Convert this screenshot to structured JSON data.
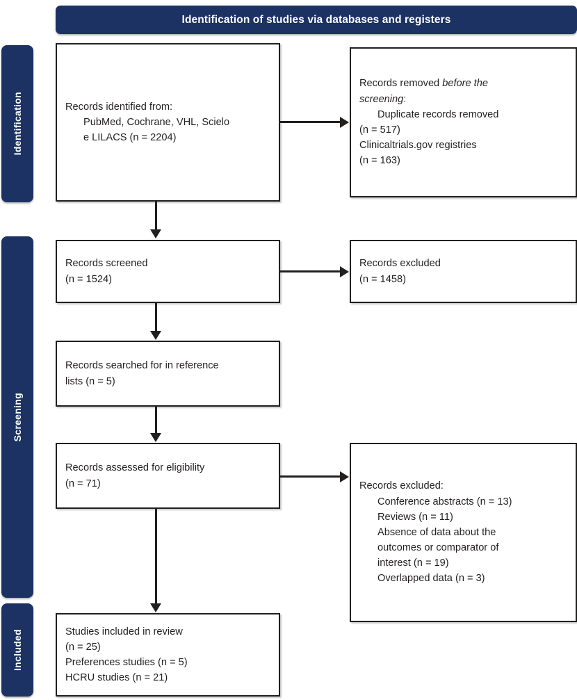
{
  "header": {
    "title": "Identification of studies via databases and registers"
  },
  "stages": [
    {
      "name": "identification",
      "label": "Identification"
    },
    {
      "name": "screening",
      "label": "Screening"
    },
    {
      "name": "included",
      "label": "Included"
    }
  ],
  "colors": {
    "navy": "#1b3263",
    "box_border": "#221f1f",
    "text": "#231f20",
    "background": "#ffffff"
  },
  "boxes": {
    "identified": {
      "line1": "Records identified from:",
      "line2": "PubMed, Cochrane, VHL, Scielo",
      "line3": "e LILACS (n = 2204)"
    },
    "removed": {
      "line1_a": "Records removed ",
      "line1_b": "before the",
      "line2_a": "screening",
      "line2_b": ":",
      "line3": "Duplicate records removed",
      "line4": "(n = 517)",
      "line5": "Clinicaltrials.gov registries",
      "line6": "(n = 163)"
    },
    "screened": {
      "line1": "Records screened",
      "line2": "(n = 1524)"
    },
    "excluded_1": {
      "line1": "Records excluded",
      "line2": "(n = 1458)"
    },
    "reference": {
      "line1": "Records searched for in reference",
      "line2": "lists (n = 5)"
    },
    "eligibility": {
      "line1": "Records assessed for eligibility",
      "line2": "(n = 71)"
    },
    "excluded_2": {
      "line1": "Records excluded:",
      "line2": "Conference abstracts (n = 13)",
      "line3": "Reviews (n = 11)",
      "line4": "Absence of data about the",
      "line5": "outcomes or comparator of",
      "line6": "interest (n = 19)",
      "line7": "Overlapped data (n = 3)"
    },
    "included": {
      "line1": "Studies included in review",
      "line2": "(n = 25)",
      "line3": "Preferences studies (n = 5)",
      "line4": "HCRU studies (n = 21)"
    }
  },
  "chart_data": {
    "type": "diagram",
    "title": "Identification of studies via databases and registers",
    "nodes": [
      {
        "id": "identified",
        "stage": "Identification",
        "column": "left",
        "records": 2204,
        "label": "Records identified from: PubMed, Cochrane, VHL, Scielo e LILACS (n = 2204)"
      },
      {
        "id": "removed",
        "stage": "Identification",
        "column": "right",
        "label": "Records removed before the screening",
        "items": [
          {
            "label": "Duplicate records removed",
            "n": 517
          },
          {
            "label": "Clinicaltrials.gov registries",
            "n": 163
          }
        ]
      },
      {
        "id": "screened",
        "stage": "Screening",
        "column": "left",
        "records": 1524,
        "label": "Records screened (n = 1524)"
      },
      {
        "id": "excluded_1",
        "stage": "Screening",
        "column": "right",
        "records": 1458,
        "label": "Records excluded (n = 1458)"
      },
      {
        "id": "reference",
        "stage": "Screening",
        "column": "left",
        "records": 5,
        "label": "Records searched for in reference lists (n = 5)"
      },
      {
        "id": "eligibility",
        "stage": "Screening",
        "column": "left",
        "records": 71,
        "label": "Records assessed for eligibility (n = 71)"
      },
      {
        "id": "excluded_2",
        "stage": "Screening",
        "column": "right",
        "label": "Records excluded",
        "items": [
          {
            "label": "Conference abstracts",
            "n": 13
          },
          {
            "label": "Reviews",
            "n": 11
          },
          {
            "label": "Absence of data about the outcomes or comparator of interest",
            "n": 19
          },
          {
            "label": "Overlapped data",
            "n": 3
          }
        ]
      },
      {
        "id": "included",
        "stage": "Included",
        "column": "left",
        "records": 25,
        "label": "Studies included in review (n = 25)",
        "items": [
          {
            "label": "Preferences studies",
            "n": 5
          },
          {
            "label": "HCRU studies",
            "n": 21
          }
        ]
      }
    ],
    "edges": [
      {
        "from": "identified",
        "to": "removed",
        "direction": "right"
      },
      {
        "from": "identified",
        "to": "screened",
        "direction": "down"
      },
      {
        "from": "screened",
        "to": "excluded_1",
        "direction": "right"
      },
      {
        "from": "screened",
        "to": "reference",
        "direction": "down"
      },
      {
        "from": "reference",
        "to": "eligibility",
        "direction": "down"
      },
      {
        "from": "eligibility",
        "to": "excluded_2",
        "direction": "right"
      },
      {
        "from": "eligibility",
        "to": "included",
        "direction": "down"
      }
    ]
  }
}
